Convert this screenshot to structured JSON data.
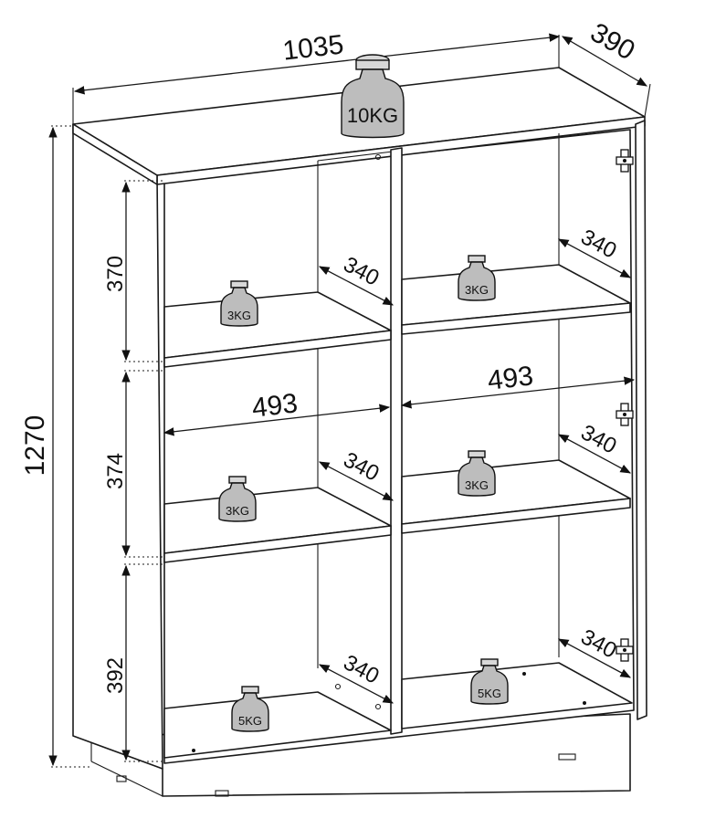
{
  "dimensions": {
    "width": "1035",
    "depth": "390",
    "height": "1270",
    "row_height_top": "370",
    "row_height_middle": "374",
    "row_height_bottom": "392",
    "shelf_width_left": "493",
    "shelf_width_right": "493",
    "shelf_depth": "340"
  },
  "weights": {
    "top": "10KG",
    "shelf_left_top": "3KG",
    "shelf_right_top": "3KG",
    "shelf_left_middle": "3KG",
    "shelf_right_middle": "3KG",
    "bottom_left": "5KG",
    "bottom_right": "5KG"
  },
  "icons": {
    "weight": "kettlebell-weight-icon",
    "hinge": "door-hinge-icon"
  },
  "colors": {
    "line": "#1a1a1a",
    "weight_fill": "#bdbdbd"
  }
}
